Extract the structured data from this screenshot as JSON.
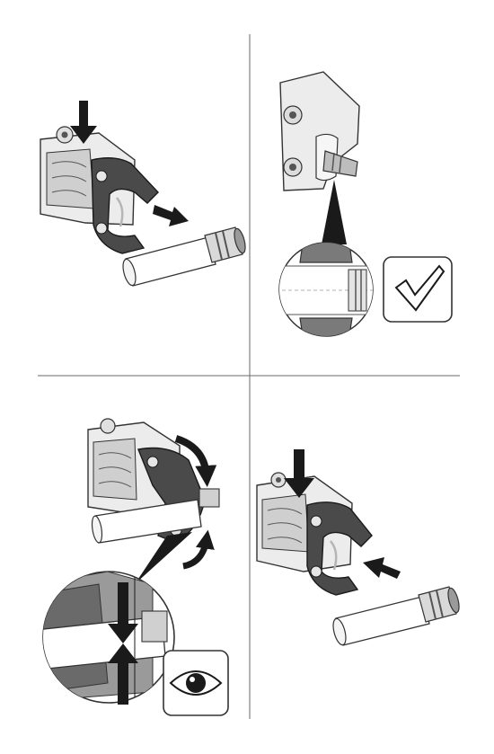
{
  "panels": [
    {
      "id": "step-1",
      "action": "open-jaws-insert-fitting"
    },
    {
      "id": "step-2",
      "action": "check-jaw-seating",
      "badge_icon": "check-mark-icon"
    },
    {
      "id": "step-3",
      "action": "close-jaws-inspect",
      "badge_icon": "eye-icon"
    },
    {
      "id": "step-4",
      "action": "release-jaws-withdraw"
    }
  ],
  "colors": {
    "ink": "#1a1a1a",
    "line": "#333333",
    "body_light": "#ededed",
    "body_mid": "#c8c8c8",
    "body_dark": "#8a8a8a",
    "jaw_dark": "#3f3f3f",
    "divider": "#6a6a6a",
    "pipe": "#ffffff"
  }
}
